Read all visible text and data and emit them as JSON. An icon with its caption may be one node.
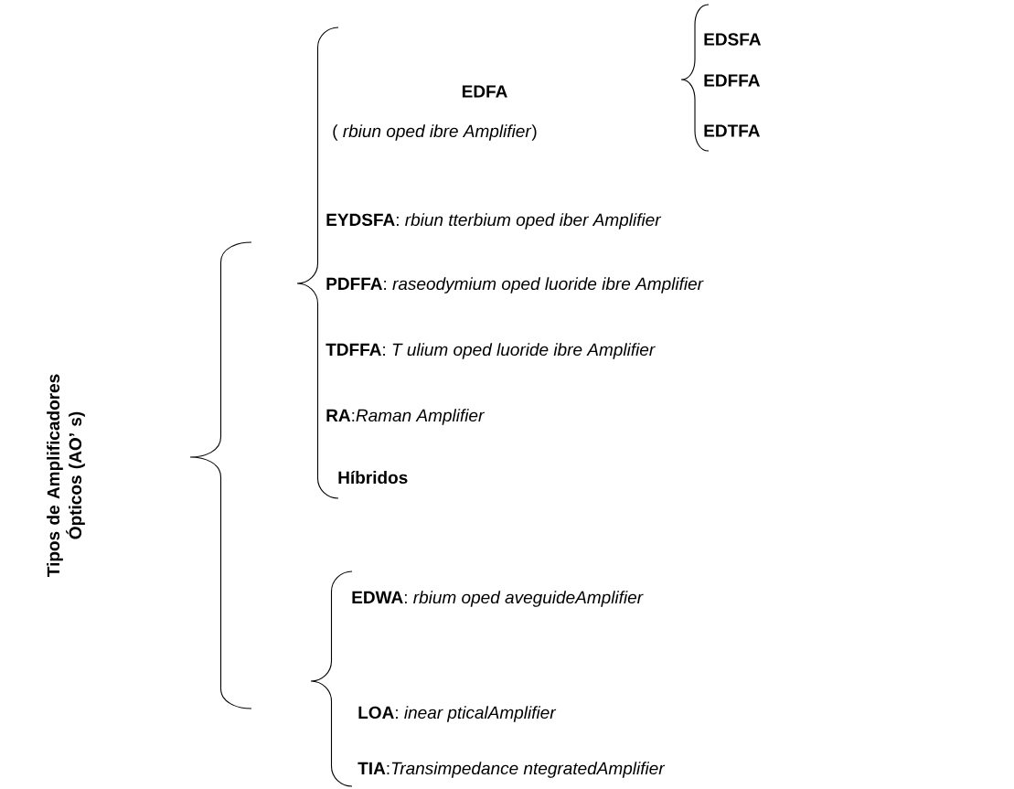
{
  "diagram": {
    "labels": [
      "Tipos de Amplificadores Ópticos (AO’ s)",
      "EDFA",
      "( *rbiun oped ibre Amplifier*)",
      "EDSFA",
      "EDFFA",
      "EDTFA",
      "**EYDSFA**: *rbiun tterbium oped iber Amplifier*",
      "**PDFFA**: *raseodymium oped luoride ibre Amplifier*",
      "**TDFFA**: *T ulium oped luoride ibre Amplifier*",
      "**RA**:*Raman Amplifier*",
      "Híbridos",
      "**EDWA**: *rbium oped aveguideAmplifier*",
      "**LOA**: *inear pticalAmplifier*",
      "**TIA**:*Transimpedance ntegratedAmplifier*"
    ]
  }
}
